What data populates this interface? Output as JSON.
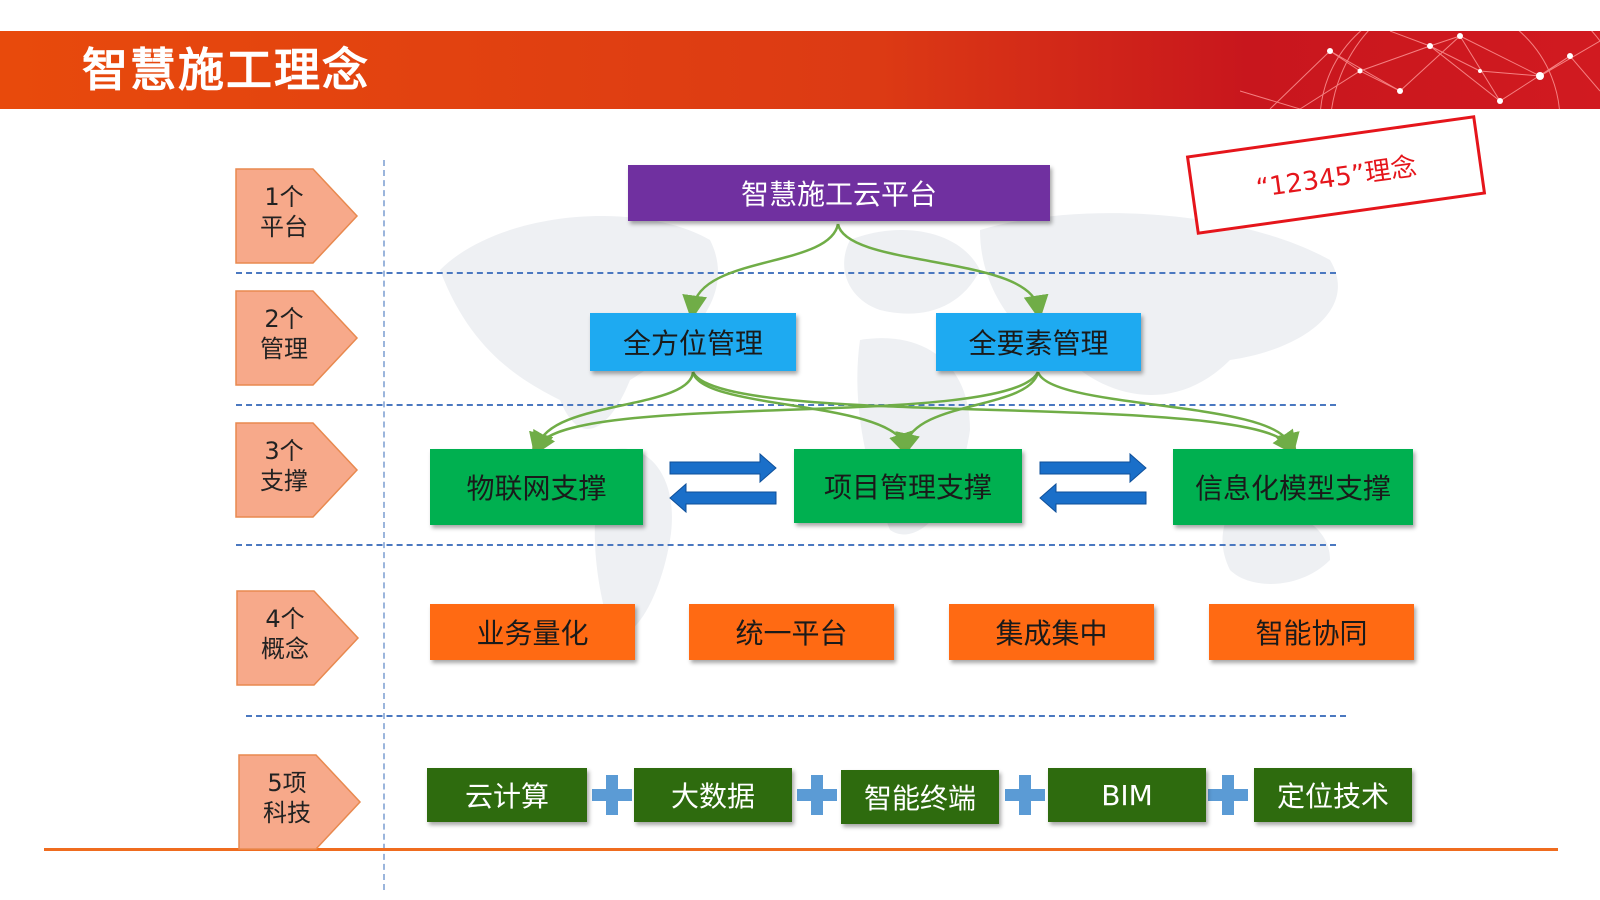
{
  "header": {
    "title": "智慧施工理念"
  },
  "stamp": {
    "text": "“12345”理念"
  },
  "rows": [
    {
      "label_line1": "1个",
      "label_line2": "平台"
    },
    {
      "label_line1": "2个",
      "label_line2": "管理"
    },
    {
      "label_line1": "3个",
      "label_line2": "支撑"
    },
    {
      "label_line1": "4个",
      "label_line2": "概念"
    },
    {
      "label_line1": "5项",
      "label_line2": "科技"
    }
  ],
  "platform": "智慧施工云平台",
  "management": [
    "全方位管理",
    "全要素管理"
  ],
  "support": [
    "物联网支撑",
    "项目管理支撑",
    "信息化模型支撑"
  ],
  "concepts": [
    "业务量化",
    "统一平台",
    "集成集中",
    "智能协同"
  ],
  "tech": [
    "云计算",
    "大数据",
    "智能终端",
    "BIM",
    "定位技术"
  ],
  "colors": {
    "header": "#e84a0c",
    "platform": "#7030a0",
    "management": "#1eaaf1",
    "support": "#00b050",
    "concepts": "#ff6a13",
    "tech": "#2e6b0e",
    "label_fill": "#f7a98a",
    "connector": "#70ad47",
    "arrow": "#1a6fc9",
    "plus": "#5b9bd5",
    "stamp": "#e5151b"
  }
}
